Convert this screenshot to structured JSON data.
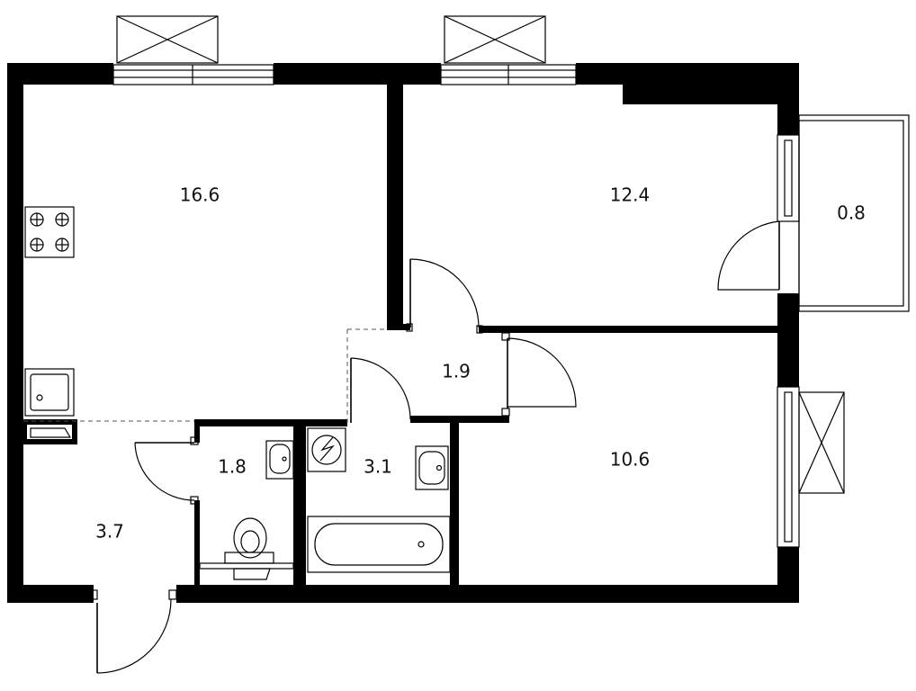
{
  "rooms": [
    {
      "id": "kitchen-living",
      "area": "16.6"
    },
    {
      "id": "bedroom",
      "area": "12.4"
    },
    {
      "id": "balcony",
      "area": "0.8"
    },
    {
      "id": "hall-inner",
      "area": "1.9"
    },
    {
      "id": "toilet",
      "area": "1.8"
    },
    {
      "id": "bathroom",
      "area": "3.1"
    },
    {
      "id": "room-2",
      "area": "10.6"
    },
    {
      "id": "entrance-hall",
      "area": "3.7"
    }
  ],
  "icons": [
    "stove-icon",
    "sink-icon",
    "washing-machine-icon",
    "washbasin-icon",
    "bathtub-icon",
    "toilet-icon",
    "window-icon",
    "door-icon",
    "ventilation-unit-icon"
  ]
}
